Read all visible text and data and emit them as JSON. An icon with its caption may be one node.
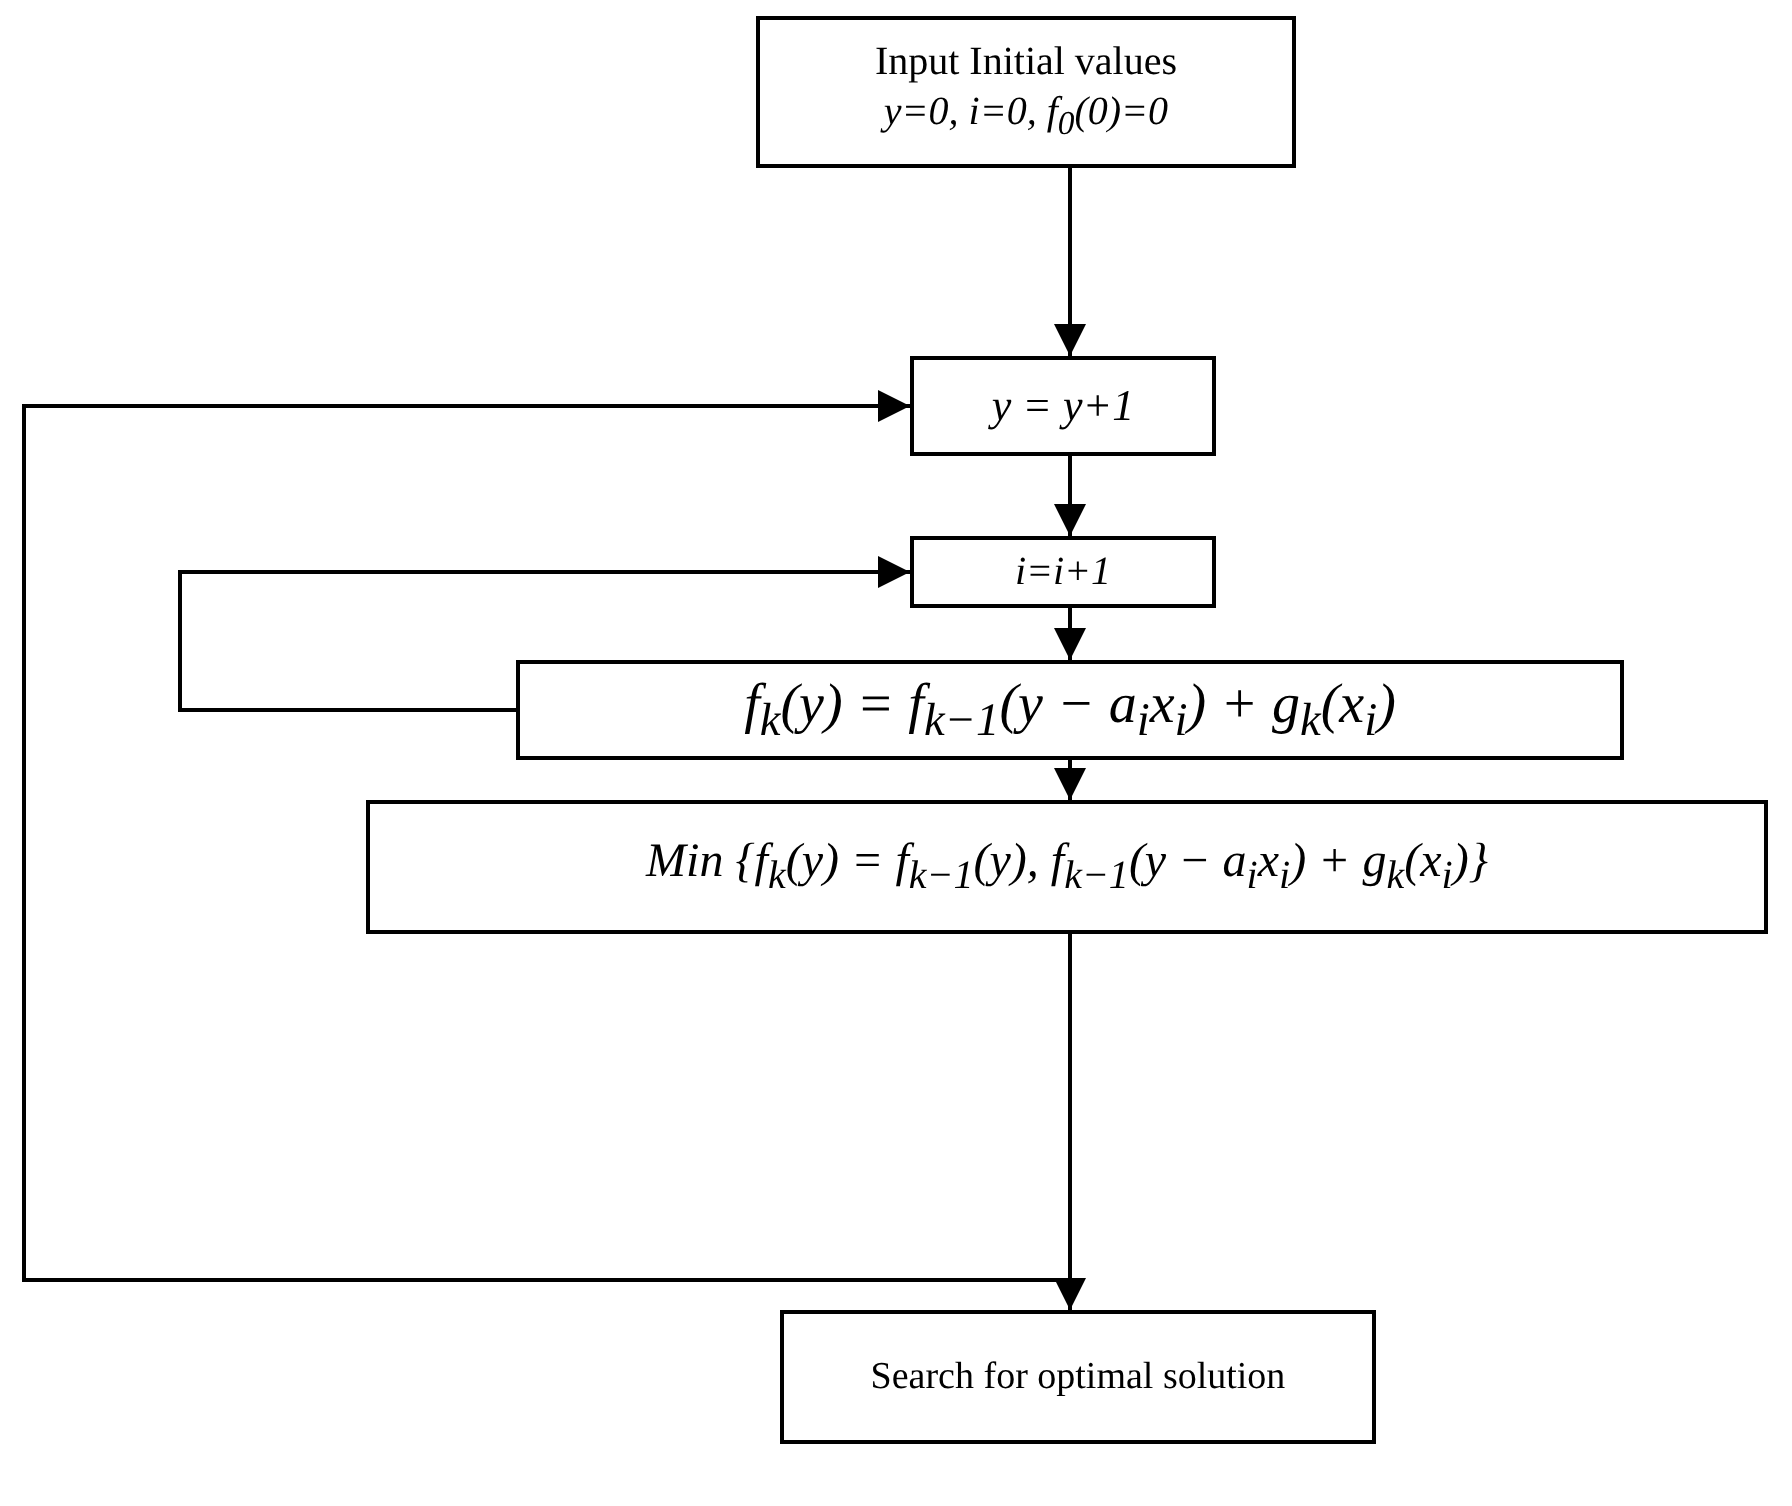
{
  "diagram": {
    "nodes": [
      {
        "text": [
          "Input Initial values",
          "y=0, i=0, f$_{0}$(0)=0"
        ]
      },
      {
        "text": [
          "y = y+1"
        ]
      },
      {
        "text": [
          "i=i+1"
        ]
      },
      {
        "text": [
          "f$_{k}$(y) = f$_{k−1}$(y − a$_{i}$x$_{i}$) + g$_{k}$(x$_{i}$)"
        ]
      },
      {
        "text": [
          "Min {f$_{k}$(y) = f$_{k−1}$(y), f$_{k−1}$(y − a$_{i}$x$_{i}$) + g$_{k}$(x$_{i}$)}"
        ]
      },
      {
        "text": [
          "Search for optimal solution"
        ]
      }
    ],
    "edges": [
      {
        "from": 0,
        "to": 1,
        "arrow": "to"
      },
      {
        "from": 1,
        "to": 2,
        "arrow": "to"
      },
      {
        "from": 2,
        "to": 3,
        "arrow": "to"
      },
      {
        "from": 3,
        "to": 2,
        "arrow": "to"
      },
      {
        "from": 3,
        "to": 4,
        "arrow": "to"
      },
      {
        "from": 4,
        "to": 1,
        "arrow": "to"
      },
      {
        "from": 4,
        "to": 5,
        "arrow": "to"
      }
    ]
  }
}
